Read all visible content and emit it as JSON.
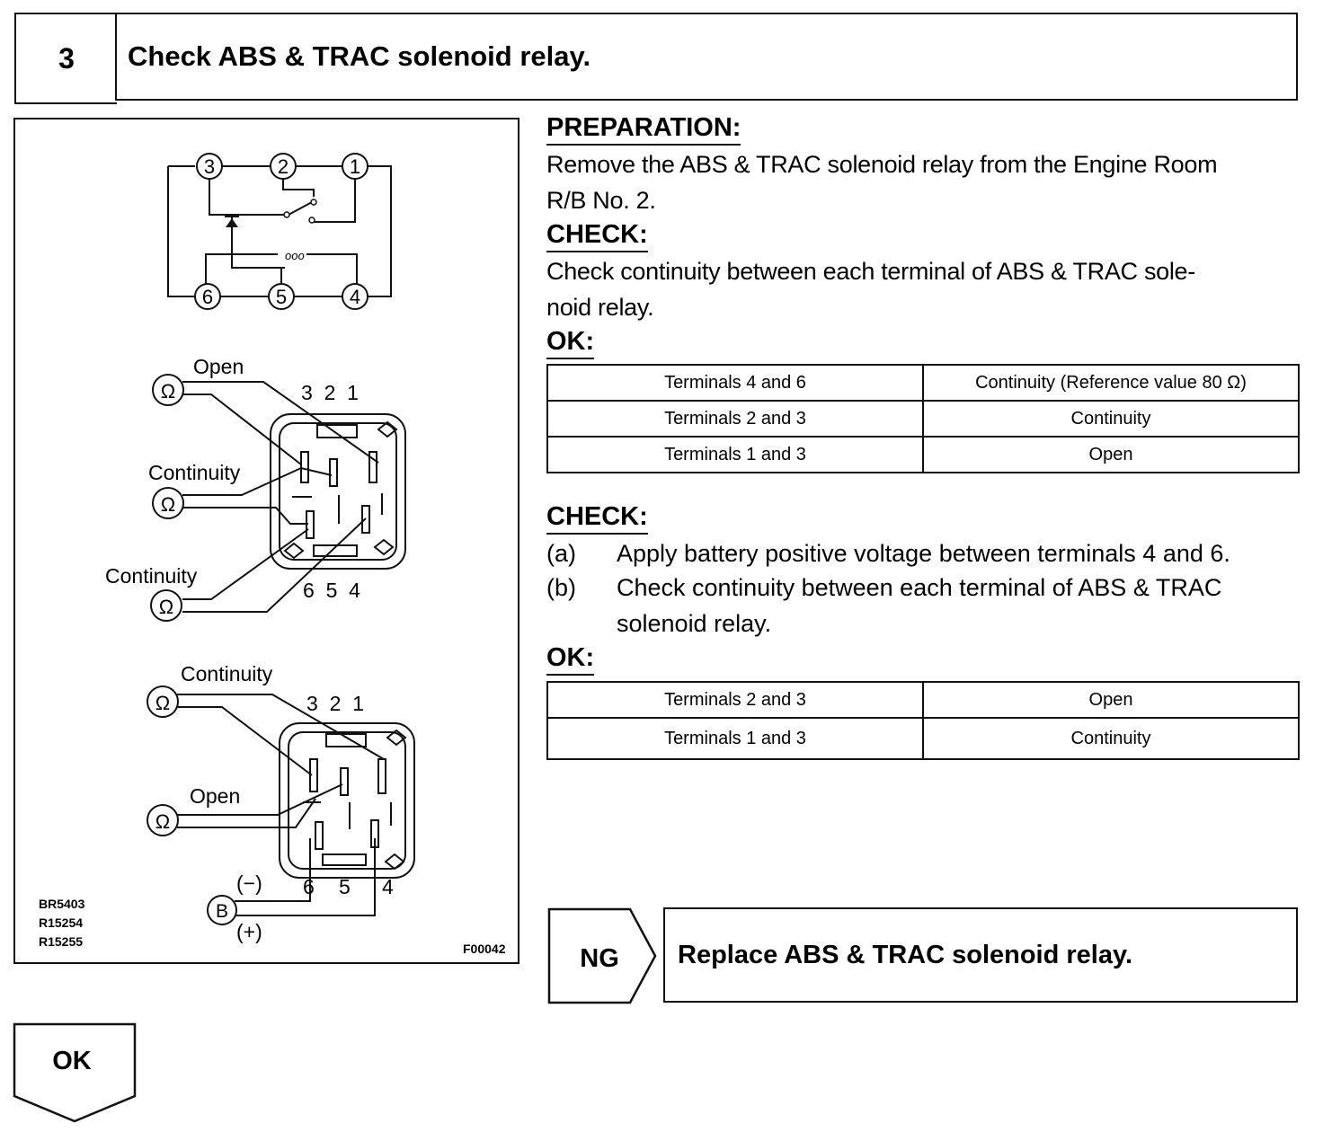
{
  "step": {
    "number": "3",
    "title": "Check ABS & TRAC solenoid relay."
  },
  "preparation": {
    "heading": "PREPARATION:",
    "lines": [
      "Remove the ABS & TRAC solenoid relay from the Engine Room",
      "R/B No. 2."
    ]
  },
  "check1": {
    "heading": "CHECK:",
    "lines": [
      "Check continuity between each terminal of ABS & TRAC sole-",
      "noid relay."
    ]
  },
  "ok1": {
    "heading": "OK:",
    "rows": [
      [
        "Terminals 4 and 6",
        "Continuity (Reference value 80 Ω)"
      ],
      [
        "Terminals 2 and 3",
        "Continuity"
      ],
      [
        "Terminals 1 and 3",
        "Open"
      ]
    ]
  },
  "check2": {
    "heading": "CHECK:",
    "steps": [
      {
        "label": "(a)",
        "lines": [
          "Apply battery positive voltage between terminals 4 and 6."
        ]
      },
      {
        "label": "(b)",
        "lines": [
          "Check continuity between each terminal of ABS & TRAC",
          "solenoid relay."
        ]
      }
    ]
  },
  "ok2": {
    "heading": "OK:",
    "rows": [
      [
        "Terminals 2 and 3",
        "Open"
      ],
      [
        "Terminals 1 and 3",
        "Continuity"
      ]
    ]
  },
  "figure": {
    "schematic_terminals_top": [
      "3",
      "2",
      "1"
    ],
    "schematic_terminals_bottom": [
      "6",
      "5",
      "4"
    ],
    "coil_mark": "ooo",
    "ohm_symbol": "Ω",
    "relay1": {
      "probe_labels": [
        "Open",
        "Continuity",
        "Continuity"
      ],
      "top_numbers": "3  2  1",
      "bottom_numbers": "6  5  4"
    },
    "relay2": {
      "probe_labels": [
        "Continuity",
        "Open"
      ],
      "top_numbers": "3  2  1",
      "bottom_numbers": [
        "6",
        "5",
        "4"
      ],
      "battery_label": "B",
      "minus_label": "(−)",
      "plus_label": "(+)"
    },
    "codes": [
      "BR5403",
      "R15254",
      "R15255"
    ],
    "figure_id": "F00042"
  },
  "results": {
    "ng_label": "NG",
    "ng_action": "Replace ABS & TRAC solenoid relay.",
    "ok_label": "OK"
  }
}
